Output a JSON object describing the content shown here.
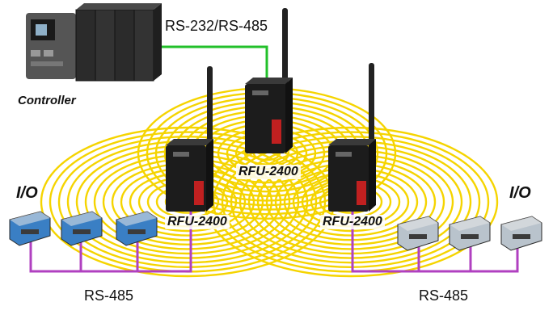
{
  "labels": {
    "controller": "Controller",
    "top_link": "RS-232/RS-485",
    "radio_center": "RFU-2400",
    "radio_left": "RFU-2400",
    "radio_right": "RFU-2400",
    "io_left": "I/O",
    "io_right": "I/O",
    "bus_left": "RS-485",
    "bus_right": "RS-485"
  },
  "colors": {
    "wireless_rings": "#f5d400",
    "serial_link": "#22c02a",
    "bus_line": "#b040c0",
    "io_module_left": "#3a7fc4",
    "io_module_right": "#b9c3cc",
    "radio_body": "#1c1c1c",
    "controller_body": "#2a2a2a"
  },
  "icons": {
    "controller": "plc-rack-icon",
    "radio": "radio-modem-icon",
    "io_module": "io-module-icon"
  }
}
